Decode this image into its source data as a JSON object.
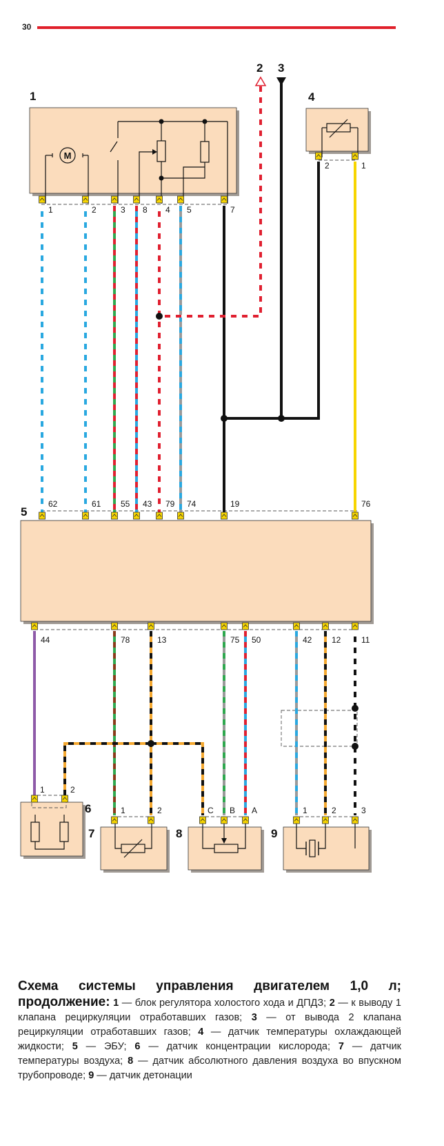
{
  "page_number": "30",
  "components": {
    "c1": "1",
    "c2": "2",
    "c3": "3",
    "c4": "4",
    "c5": "5",
    "c6": "6",
    "c7": "7",
    "c8": "8",
    "c9": "9"
  },
  "motor_symbol": "M",
  "pins": {
    "block1": [
      "1",
      "2",
      "3",
      "8",
      "4",
      "5",
      "7"
    ],
    "block4": [
      "2",
      "1"
    ],
    "ecu_top": [
      "62",
      "61",
      "55",
      "43",
      "79",
      "74",
      "19",
      "76"
    ],
    "ecu_bottom": [
      "44",
      "78",
      "13",
      "75",
      "50",
      "42",
      "12",
      "11"
    ],
    "block6": [
      "1",
      "2"
    ],
    "block7": [
      "1",
      "2"
    ],
    "block8": [
      "C",
      "B",
      "A"
    ],
    "block9": [
      "1",
      "2",
      "3"
    ]
  },
  "caption": {
    "title": "Схема системы управления двигателем 1,0 л; продолжение:",
    "items": [
      {
        "n": "1",
        "text": " — блок регулятора холостого хода и ДПДЗ;"
      },
      {
        "n": "2",
        "text": " — к выводу 1 клапана рециркуляции отработавших газов;"
      },
      {
        "n": "3",
        "text": " — от вывода 2 клапана рециркуляции отработавших газов;"
      },
      {
        "n": "4",
        "text": " — датчик температуры охлаждающей жидкости;"
      },
      {
        "n": "5",
        "text": " — ЭБУ;"
      },
      {
        "n": "6",
        "text": " — датчик концентрации кислорода;"
      },
      {
        "n": "7",
        "text": " — датчик температуры воздуха;"
      },
      {
        "n": "8",
        "text": " — датчик абсолютного давления воздуха во впускном трубопроводе;"
      },
      {
        "n": "9",
        "text": " — датчик детонации"
      }
    ]
  },
  "colors": {
    "box_fill": "#fbdcbc",
    "shadow": "#a09a94",
    "red": "#e02030",
    "blue": "#29a8e0",
    "green": "#2fa84f",
    "gray": "#9a9a9a",
    "black": "#111111",
    "yellow": "#f7d500",
    "orange": "#f4a830",
    "brown": "#8a3a1a",
    "violet": "#8e5aa8",
    "rule_red": "#e0202a"
  }
}
